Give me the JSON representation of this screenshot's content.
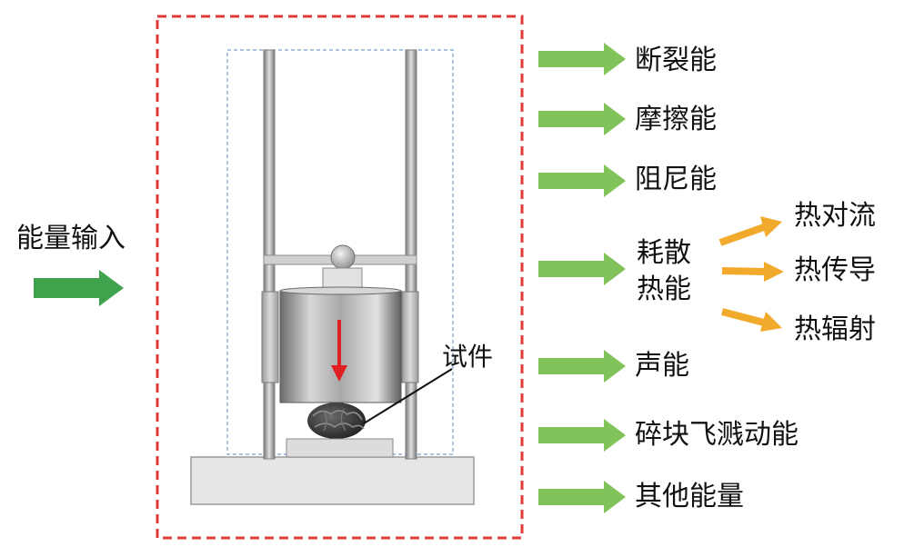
{
  "input_label": "能量输入",
  "specimen_label": "试件",
  "outputs": [
    {
      "label": "断裂能"
    },
    {
      "label": "摩擦能"
    },
    {
      "label": "阻尼能"
    },
    {
      "label_line1": "耗散",
      "label_line2": "热能"
    },
    {
      "label": "声能"
    },
    {
      "label": "碎块飞溅动能"
    },
    {
      "label": "其他能量"
    }
  ],
  "heat_outputs": [
    {
      "label": "热对流"
    },
    {
      "label": "热传导"
    },
    {
      "label": "热辐射"
    }
  ],
  "colors": {
    "input_arrow": "#3fa34d",
    "output_arrow": "#82c25a",
    "heat_arrow": "#f2aa2c",
    "boundary": "#e03a3a",
    "drop_arrow": "#e02020"
  }
}
